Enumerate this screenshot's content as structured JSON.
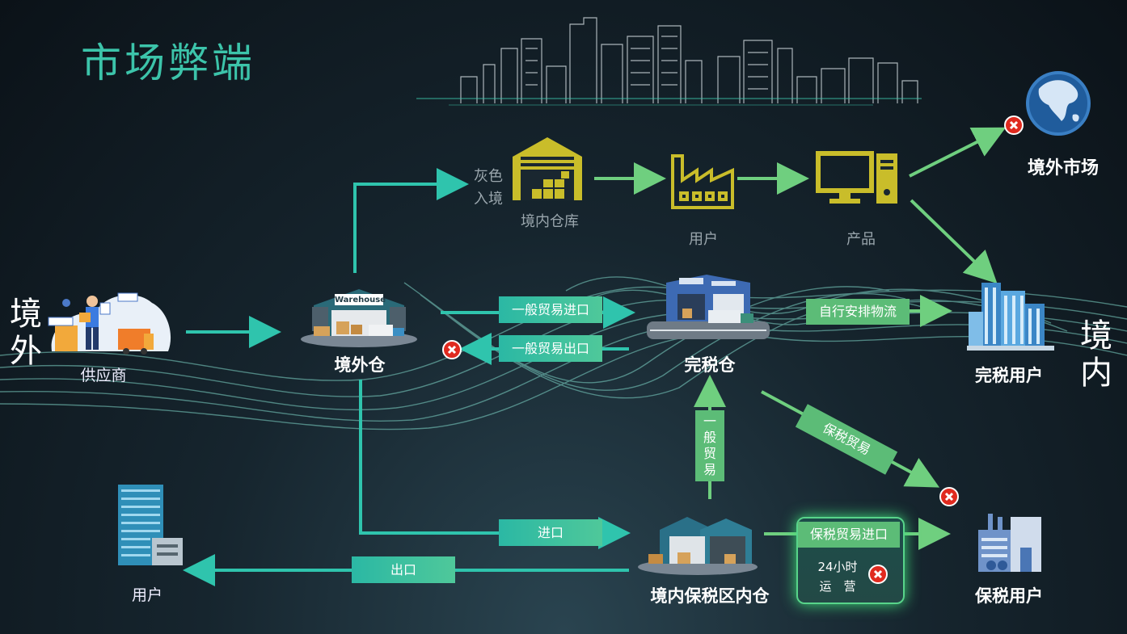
{
  "title": "市场弊端",
  "side_left": [
    "境",
    "外"
  ],
  "side_right": [
    "境",
    "内"
  ],
  "nodes": {
    "supplier": "供应商",
    "overseas_warehouse": "境外仓",
    "warehouse_sign": "Warehouse",
    "grey_entry": [
      "灰色",
      "入境"
    ],
    "domestic_warehouse": "境内仓库",
    "user_top": "用户",
    "product": "产品",
    "overseas_market": "境外市场",
    "duty_paid_warehouse": "完税仓",
    "duty_paid_user": "完税用户",
    "bonded_warehouse": "境内保税区内仓",
    "bonded_user": "保税用户",
    "user_bottom": "用户"
  },
  "tags": {
    "general_import": "一般贸易进口",
    "general_export": "一般贸易出口",
    "self_logistics": "自行安排物流",
    "general_trade_vertical": [
      "一",
      "般",
      "贸",
      "易"
    ],
    "bonded_trade": "保税贸易",
    "import": "进口",
    "export": "出口",
    "bonded_import": "保税贸易进口",
    "ops_24h_line1": "24小时",
    "ops_24h_line2": "运　营"
  },
  "colors": {
    "accent": "#3cc4aa",
    "arrow": "#2fc4ad",
    "green_arrow": "#6fcf7f",
    "icon_yellow": "#c9bd2a",
    "error": "#e02a1f"
  }
}
